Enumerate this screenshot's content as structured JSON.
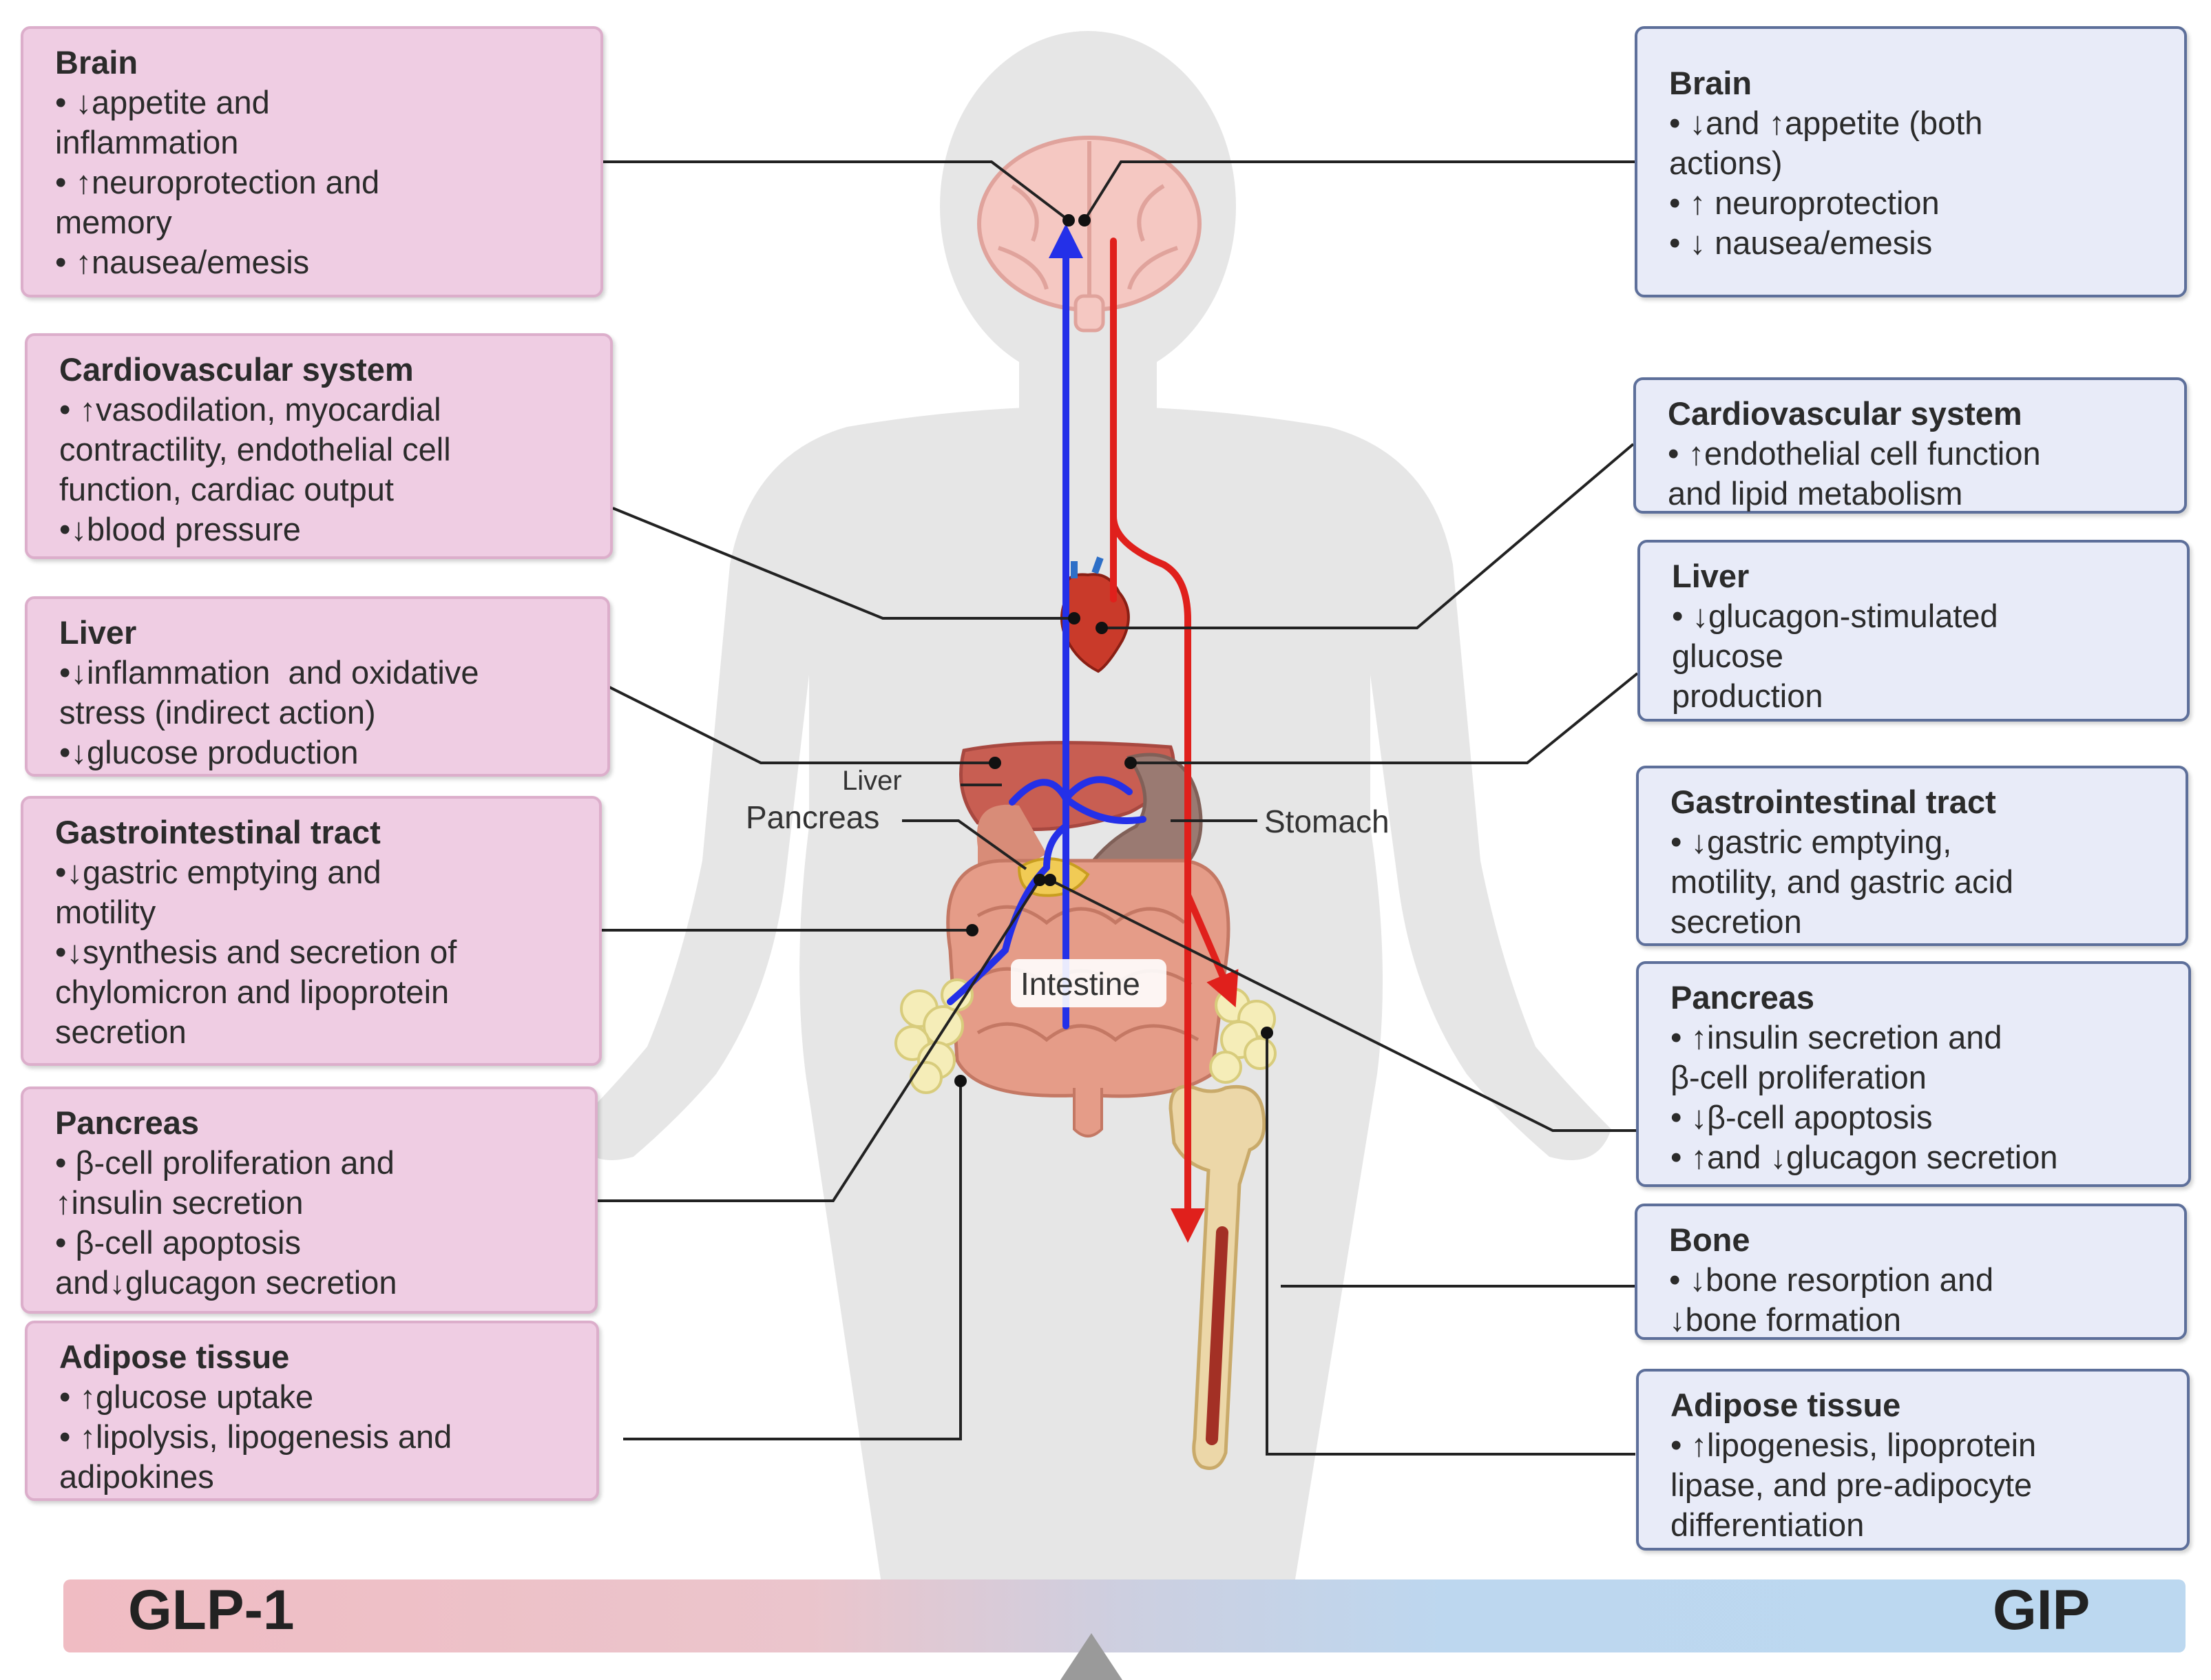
{
  "glp1": {
    "label": "GLP-1",
    "color": "#f0bcc3",
    "boxes": [
      {
        "title": "Brain",
        "lines": [
          "• ↓appetite and",
          "inflammation",
          "• ↑neuroprotection and",
          "memory",
          "• ↑nausea/emesis"
        ]
      },
      {
        "title": "Cardiovascular system",
        "lines": [
          "• ↑vasodilation, myocardial",
          "contractility, endothelial cell",
          "function, cardiac output",
          "•↓blood pressure"
        ]
      },
      {
        "title": "Liver",
        "lines": [
          "•↓inflammation  and oxidative",
          "stress (indirect action)",
          "•↓glucose production"
        ]
      },
      {
        "title": "Gastrointestinal tract",
        "lines": [
          "•↓gastric emptying and",
          "motility",
          "•↓synthesis and secretion of",
          "chylomicron and lipoprotein",
          "secretion"
        ]
      },
      {
        "title": "Pancreas",
        "lines": [
          "• β-cell proliferation and",
          "↑insulin secretion",
          "• β-cell apoptosis",
          "and↓glucagon secretion"
        ]
      },
      {
        "title": "Adipose tissue",
        "lines": [
          "• ↑glucose uptake",
          "• ↑lipolysis, lipogenesis and",
          "adipokines"
        ]
      }
    ]
  },
  "gip": {
    "label": "GIP",
    "color": "#bcd8f0",
    "boxes": [
      {
        "title": "Brain",
        "lines": [
          "• ↓and ↑appetite (both",
          "actions)",
          "• ↑ neuroprotection",
          "• ↓ nausea/emesis"
        ]
      },
      {
        "title": "Cardiovascular system",
        "lines": [
          "• ↑endothelial cell function",
          "and lipid metabolism"
        ]
      },
      {
        "title": "Liver",
        "lines": [
          "• ↓glucagon-stimulated",
          "glucose",
          "production"
        ]
      },
      {
        "title": "Gastrointestinal tract",
        "lines": [
          "• ↓gastric emptying,",
          "motility, and gastric acid",
          "secretion"
        ]
      },
      {
        "title": "Pancreas",
        "lines": [
          "• ↑insulin secretion and",
          "β-cell proliferation",
          "• ↓β-cell apoptosis",
          "• ↑and ↓glucagon secretion"
        ]
      },
      {
        "title": "Bone",
        "lines": [
          "• ↓bone resorption and",
          "↓bone formation"
        ]
      },
      {
        "title": "Adipose tissue",
        "lines": [
          "• ↑lipogenesis, lipoprotein",
          "lipase, and pre-adipocyte",
          "differentiation"
        ]
      }
    ]
  },
  "organs": {
    "liver": "Liver",
    "pancreas": "Pancreas",
    "stomach": "Stomach",
    "intestine": "Intestine"
  },
  "colors": {
    "glp1_path": "#2430e8",
    "gip_path": "#e0201c",
    "silhouette": "#e6e6e6",
    "glp1_box": "#efcde3",
    "gip_box": "#e8ebf8"
  }
}
